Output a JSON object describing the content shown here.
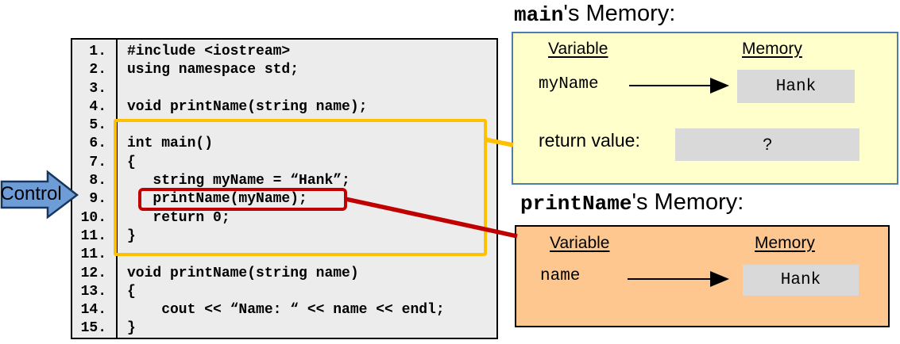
{
  "control": {
    "label": "Control"
  },
  "code": {
    "lines": [
      {
        "num": "1.",
        "text": "#include <iostream>"
      },
      {
        "num": "2.",
        "text": "using namespace std;"
      },
      {
        "num": "3.",
        "text": ""
      },
      {
        "num": "4.",
        "text": "void printName(string name);"
      },
      {
        "num": "5.",
        "text": ""
      },
      {
        "num": "6.",
        "text": "int main()"
      },
      {
        "num": "7.",
        "text": "{"
      },
      {
        "num": "8.",
        "text": "   string myName = “Hank”;"
      },
      {
        "num": "9.",
        "text": "   printName(myName);"
      },
      {
        "num": "10.",
        "text": "   return 0;"
      },
      {
        "num": "11.",
        "text": "}"
      },
      {
        "num": "11.",
        "text": ""
      },
      {
        "num": "12.",
        "text": "void printName(string name)"
      },
      {
        "num": "13.",
        "text": "{"
      },
      {
        "num": "14.",
        "text": "    cout << “Name: “ << name << endl;"
      },
      {
        "num": "15.",
        "text": "}"
      }
    ]
  },
  "main_memory": {
    "title_func": "main",
    "title_suffix": "'s Memory:",
    "col_variable": "Variable",
    "col_memory": "Memory",
    "rows": {
      "myname": {
        "label": "myName",
        "value": "Hank"
      },
      "return_value": {
        "label": "return value:",
        "value": "?"
      }
    }
  },
  "printname_memory": {
    "title_func": "printName",
    "title_suffix": "'s Memory:",
    "col_variable": "Variable",
    "col_memory": "Memory",
    "rows": {
      "name": {
        "label": "name",
        "value": "Hank"
      }
    }
  },
  "colors": {
    "highlight_yellow": "#FFC000",
    "highlight_red": "#C00000",
    "control_blue_fill": "#6E9CD6",
    "control_blue_border": "#17375E",
    "main_memory_bg": "#FFFFCC",
    "main_memory_border": "#4E7CB0",
    "printname_memory_bg": "#FDC78F",
    "value_box_gray": "#D9D9D9",
    "code_bg": "#ECECEC"
  }
}
